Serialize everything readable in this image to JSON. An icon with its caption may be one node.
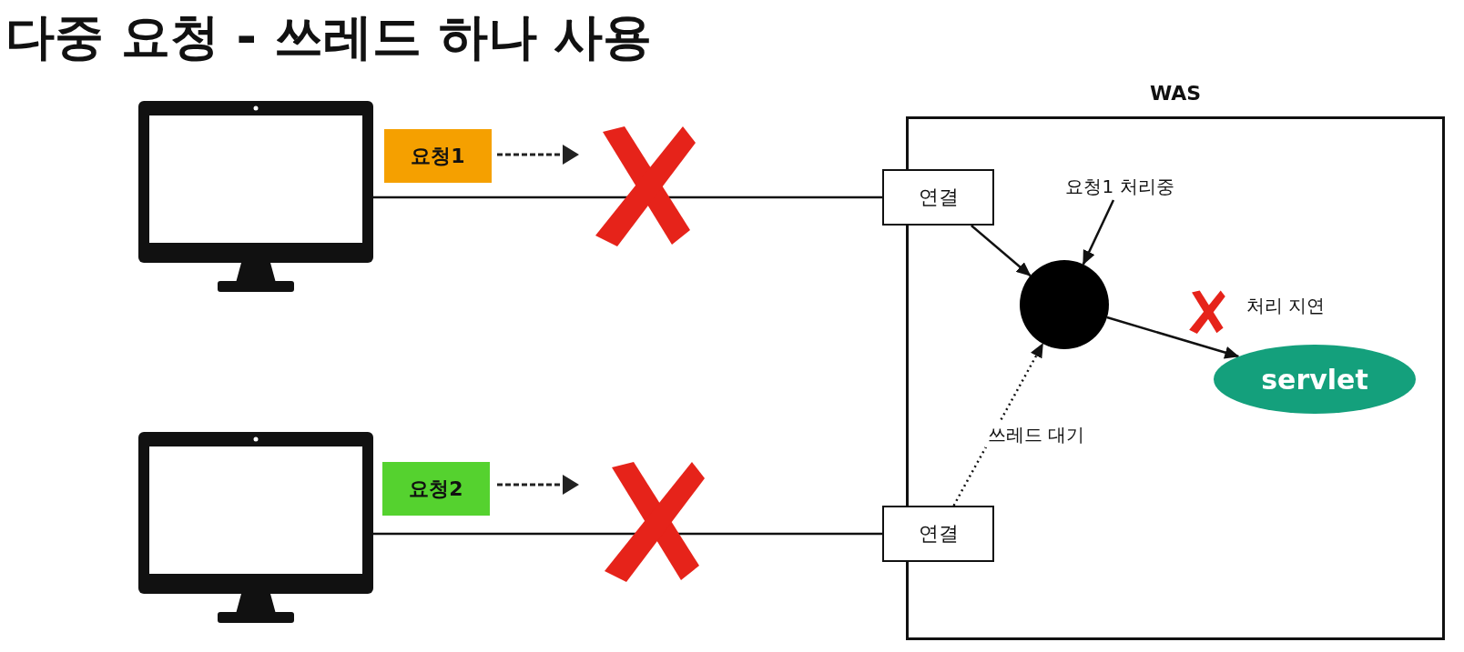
{
  "diagram": {
    "title": "다중 요청 - 쓰레드 하나 사용",
    "nodes": [
      {
        "text": [],
        "shape": "monitor"
      },
      {
        "text": [
          "요청1"
        ]
      },
      {
        "text": [
          "WAS"
        ]
      },
      {
        "text": [
          "연결"
        ]
      },
      {
        "text": [
          "요청1 처리중"
        ],
        "in": 2
      },
      {
        "text": [],
        "shape": "circle",
        "in": 2
      },
      {
        "text": [
          "servlet"
        ],
        "in": 2
      },
      {
        "text": [],
        "shape": "monitor"
      },
      {
        "text": [
          "요청2"
        ]
      },
      {
        "text": [
          "연결"
        ]
      }
    ],
    "edges": [
      {
        "from": 0,
        "to": 3,
        "arrow": "none"
      },
      {
        "from": 3,
        "to": 5,
        "arrow": "to"
      },
      {
        "from": 4,
        "to": 5,
        "arrow": "to"
      },
      {
        "from": 5,
        "to": 6,
        "arrow": "to",
        "label": "처리 지연"
      },
      {
        "from": 7,
        "to": 9,
        "arrow": "none"
      },
      {
        "from": 9,
        "to": 5,
        "arrow": "to",
        "label": "쓰레드 대기",
        "style": "dashed"
      }
    ]
  }
}
